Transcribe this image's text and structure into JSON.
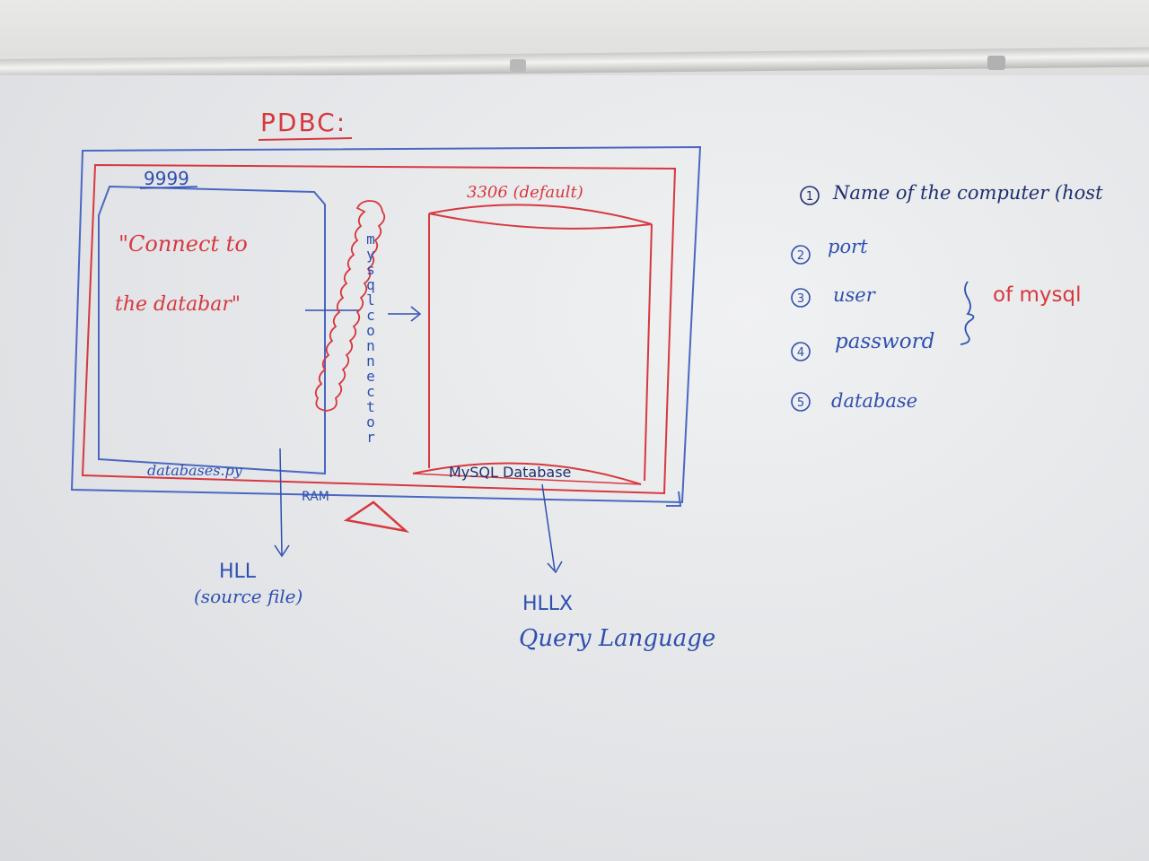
{
  "colors": {
    "red_ink": "#d7383e",
    "blue_ink": "#2f4fb0"
  },
  "title": "PDBC:",
  "diagram": {
    "program_port": "9999",
    "program_text_line1": "\"Connect to",
    "program_text_line2": "the databar\"",
    "program_file": "databases.py",
    "connector_letters": [
      "m",
      "y",
      "s",
      "q",
      "l",
      "c",
      "o",
      "n",
      "n",
      "e",
      "c",
      "t",
      "o",
      "r"
    ],
    "mysql_port": "3306 (default)",
    "mysql_label": "MySQL Database",
    "ram_label": "RAM"
  },
  "annotations": {
    "hll": "HLL",
    "hll_sub": "(source file)",
    "hllx": "HLLX",
    "hllx_sub": "Query Language"
  },
  "params": {
    "items": [
      {
        "num": "1",
        "text": "Name of the computer (host"
      },
      {
        "num": "2",
        "text": "port"
      },
      {
        "num": "3",
        "text": "user"
      },
      {
        "num": "4",
        "text": "password"
      },
      {
        "num": "5",
        "text": "database"
      }
    ],
    "brace_label": "of mysql"
  }
}
